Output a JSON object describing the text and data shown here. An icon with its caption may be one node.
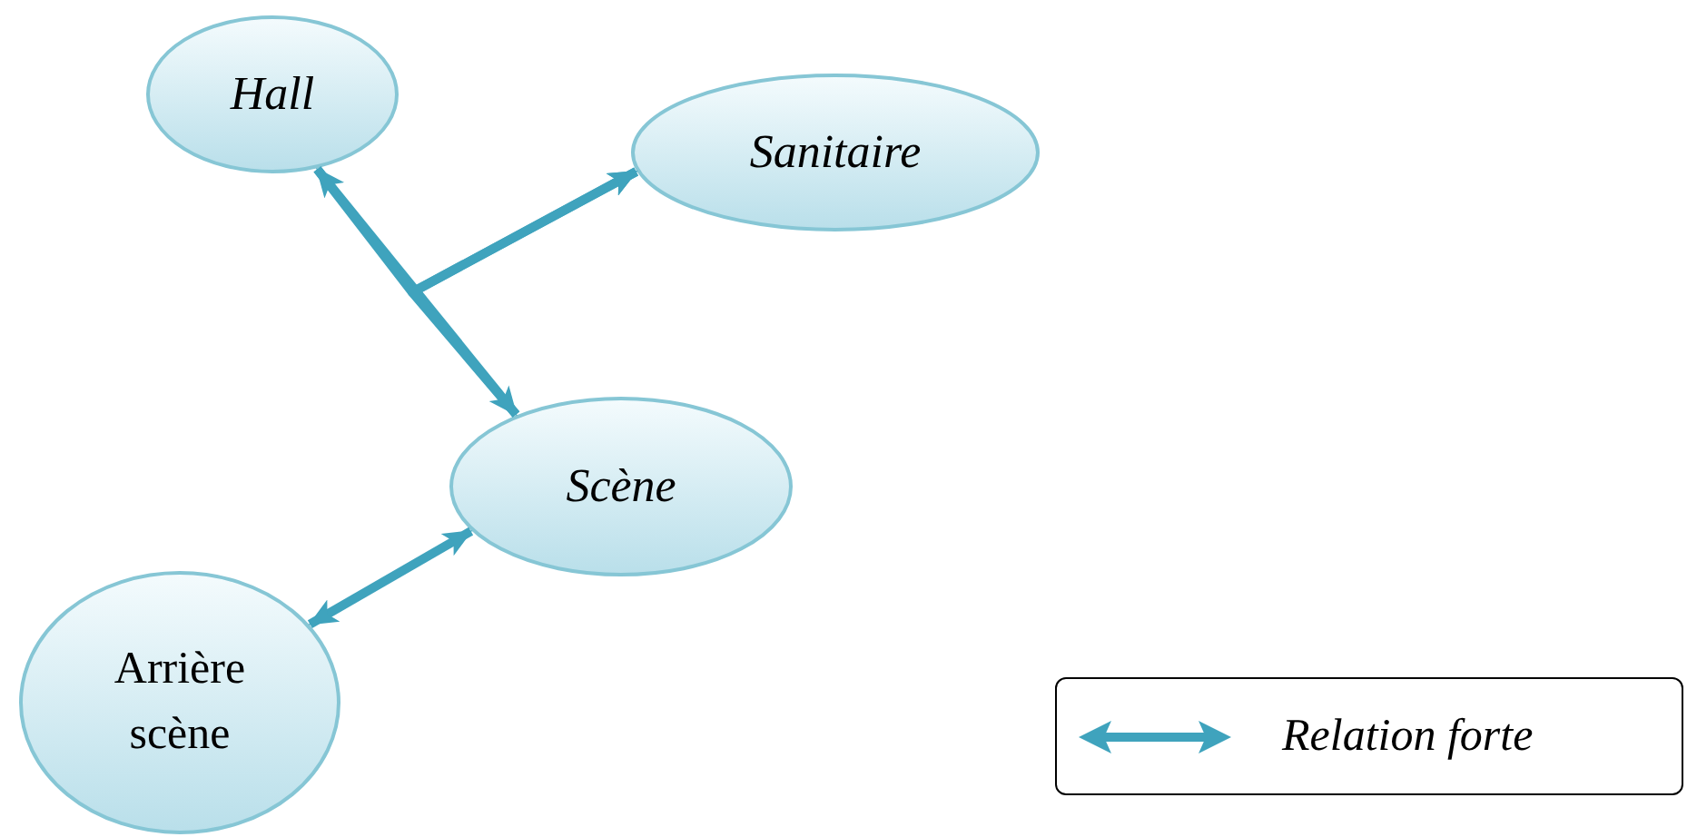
{
  "diagram": {
    "nodes": [
      {
        "text": [
          "Hall"
        ]
      },
      {
        "text": [
          "Sanitaire"
        ]
      },
      {
        "text": [
          "Scène"
        ]
      },
      {
        "text": [
          "Arrière scène"
        ]
      }
    ],
    "edges": [
      {
        "from": 0,
        "to": 2,
        "arrow": "both"
      },
      {
        "from": 0,
        "to": 1,
        "arrow": "to"
      },
      {
        "from": 2,
        "to": 1,
        "arrow": "to"
      },
      {
        "from": 3,
        "to": 2,
        "arrow": "both"
      }
    ],
    "legend": [
      {
        "text": "Relation forte"
      }
    ]
  }
}
